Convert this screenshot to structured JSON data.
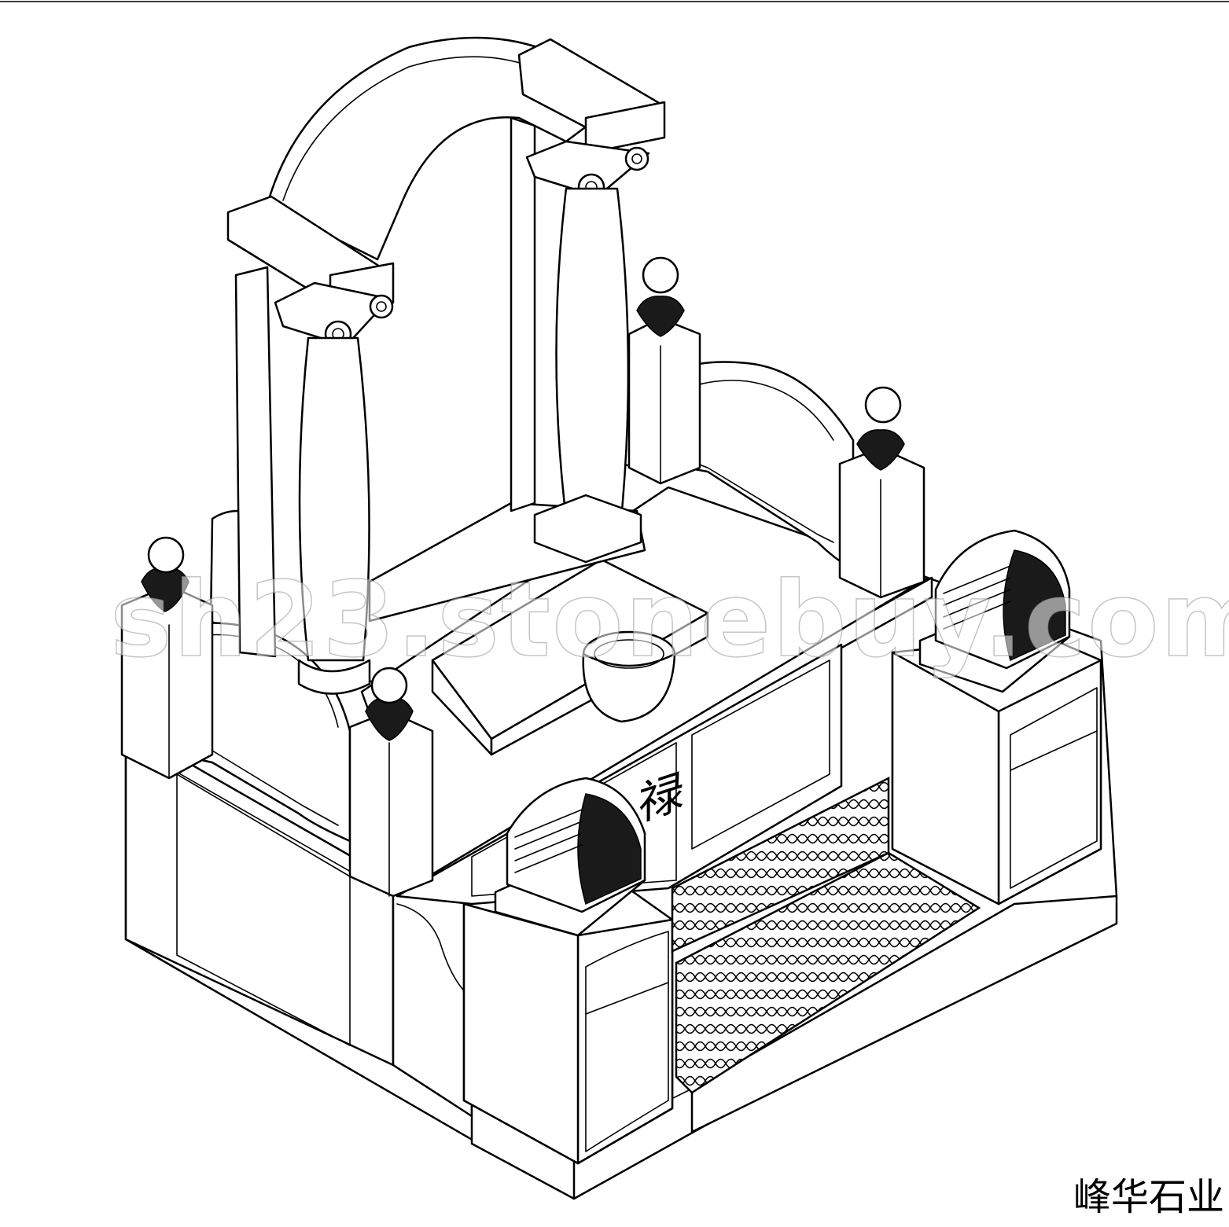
{
  "caption": "峰华石业",
  "watermark": "sh23.stonebuy.com",
  "carved_character": "禄",
  "colors": {
    "line": "#000000",
    "background": "#ffffff",
    "watermark": "#bbbbbb"
  }
}
